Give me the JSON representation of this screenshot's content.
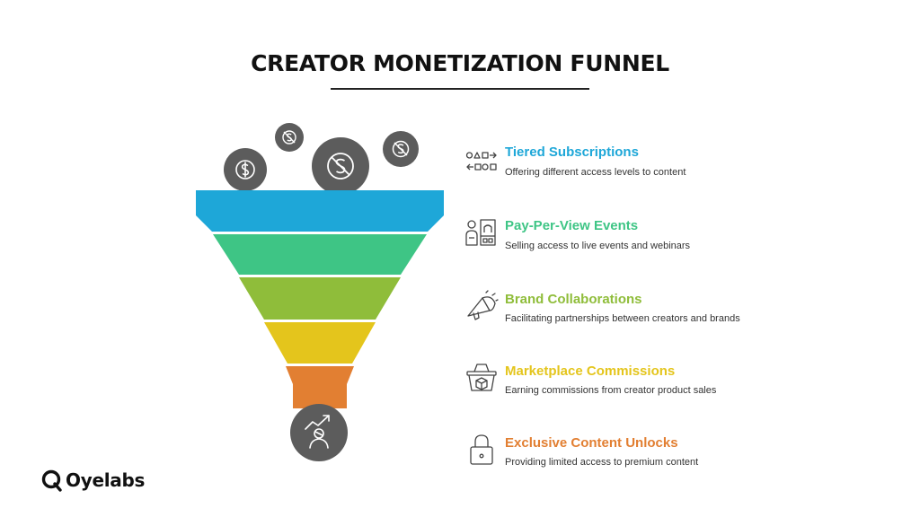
{
  "title": "CREATOR MONETIZATION FUNNEL",
  "logo": {
    "text": "Oyelabs"
  },
  "colors": {
    "stage1": "#1ea7d8",
    "stage2": "#3ec585",
    "stage3": "#8fbd3a",
    "stage4": "#e4c51c",
    "stage5": "#e27f32",
    "coins": "#5c5c5c",
    "outlet": "#5c5c5c"
  },
  "funnel": {
    "coin_icon": "dollar-coin-icon",
    "outlet_icon": "person-growth-icon"
  },
  "items": [
    {
      "title": "Tiered Subscriptions",
      "description": "Offering different access levels to content",
      "icon": "tier-shapes-icon",
      "color": "#1ea7d8"
    },
    {
      "title": "Pay-Per-View Events",
      "description": "Selling access to live events and webinars",
      "icon": "viewer-screen-icon",
      "color": "#3ec585"
    },
    {
      "title": "Brand Collaborations",
      "description": "Facilitating partnerships between creators and brands",
      "icon": "megaphone-icon",
      "color": "#8fbd3a"
    },
    {
      "title": "Marketplace Commissions",
      "description": "Earning commissions from creator product sales",
      "icon": "basket-icon",
      "color": "#e4c51c"
    },
    {
      "title": "Exclusive Content Unlocks",
      "description": "Providing limited access to premium content",
      "icon": "padlock-icon",
      "color": "#e27f32"
    }
  ]
}
